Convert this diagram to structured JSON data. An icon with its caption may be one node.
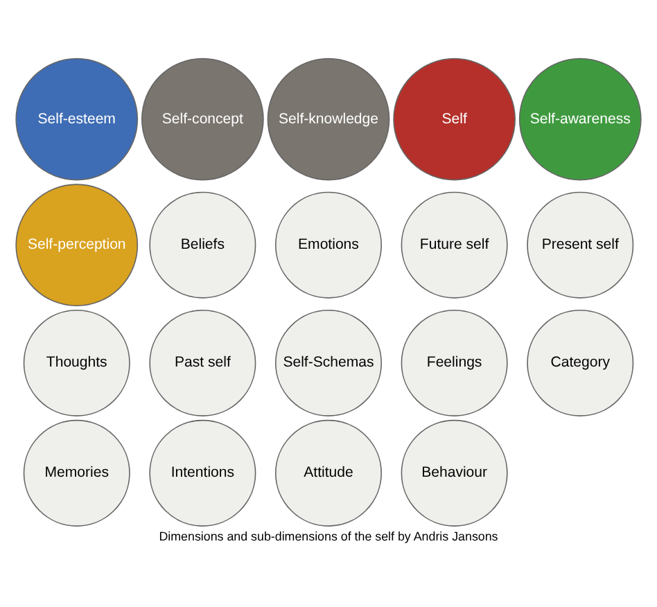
{
  "diagram": {
    "caption": "Dimensions and sub-dimensions of the self by Andris Jansons",
    "nodes": [
      {
        "text": [
          "Beliefs"
        ]
      },
      {
        "text": [
          "Emotions"
        ]
      },
      {
        "text": [
          "Future self"
        ]
      },
      {
        "text": [
          "Self-esteem"
        ]
      },
      {
        "text": [
          "Present self"
        ]
      },
      {
        "text": [
          "Self-concept"
        ]
      },
      {
        "text": [
          "Thoughts"
        ]
      },
      {
        "text": [
          "Self-knowledge"
        ]
      },
      {
        "text": [
          "Self"
        ]
      },
      {
        "text": [
          "Self-awareness"
        ]
      },
      {
        "text": [
          "Past self"
        ]
      },
      {
        "text": [
          "Self-Schemas"
        ]
      },
      {
        "text": [
          "Feelings"
        ]
      },
      {
        "text": [
          "Category"
        ]
      },
      {
        "text": [
          "Memories"
        ]
      },
      {
        "text": [
          "Self-perception"
        ]
      },
      {
        "text": [
          "Intentions"
        ]
      },
      {
        "text": [
          "Attitude"
        ]
      },
      {
        "text": [
          "Behaviour"
        ]
      }
    ],
    "edges": []
  }
}
